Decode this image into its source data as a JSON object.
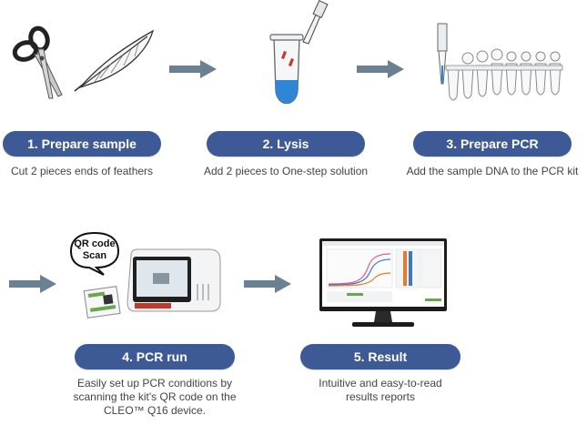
{
  "steps": [
    {
      "label": "1. Prepare sample",
      "description": "Cut 2 pieces ends of feathers"
    },
    {
      "label": "2. Lysis",
      "description": "Add 2 pieces to One-step solution"
    },
    {
      "label": "3. Prepare PCR",
      "description": "Add the sample DNA to the PCR kit"
    },
    {
      "label": "4. PCR run",
      "description_lines": [
        "Easily set up PCR conditions by",
        "scanning the kit's QR code on the",
        "CLEO™ Q16 device."
      ]
    },
    {
      "label": "5. Result",
      "description_lines": [
        "Intuitive and easy-to-read",
        "results reports"
      ]
    }
  ],
  "qr_bubble": {
    "line1": "QR code",
    "line2": "Scan"
  },
  "colors": {
    "pill": "#3d5a96",
    "arrow": "#6b8090",
    "liquid": "#2f86d6",
    "bar_orange": "#e87a2a",
    "bar_blue": "#3a78c8"
  },
  "icons": [
    "scissors-icon",
    "feather-icon",
    "tube-icon",
    "pipette-icon",
    "strip-tubes-icon",
    "pcr-device-icon",
    "kit-card-icon",
    "monitor-icon"
  ]
}
